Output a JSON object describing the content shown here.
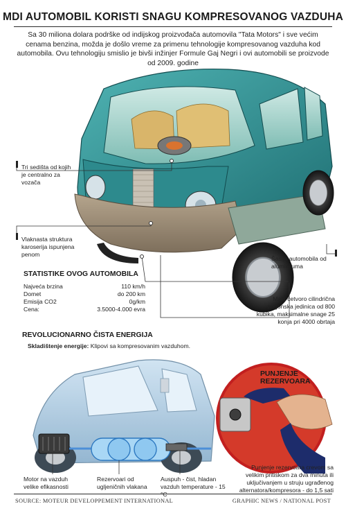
{
  "title": "MDI AUTOMOBIL KORISTI SNAGU KOMPRESOVANOG VAZDUHA",
  "intro": "Sa 30 miliona dolara podrške od indijskog proizvođača automovila \"Tata Motors\" i sve većim cenama benzina, možda je došlo vreme za primenu tehnologije kompresovanog vazduha kod automobila. Ovu tehnologiju smislio je bivši inžinjer Formule Gaj Negri i ovi automobili se proizvode od 2009. godine",
  "callouts": {
    "seats": "Tri sedišta od kojih je centralno za vozača",
    "fibre": "Vlaknasta struktura karoserija ispunjena penom",
    "chassis": "Šasija automobila od aluminijuma",
    "engine": "Mala četvoro cilindrična pogonska jedinica od 800 kubika, maksimalne snage 25 konja pri 4000 obrtaja"
  },
  "stats": {
    "heading": "STATISTIKE OVOG AUTOMOBILA",
    "rows": [
      {
        "label": "Najveća brzina",
        "value": "110 km/h"
      },
      {
        "label": "Domet",
        "value": "do 200 km"
      },
      {
        "label": "Emisija CO2",
        "value": "0g/km"
      },
      {
        "label": "Cena:",
        "value": "3.5000-4.000 evra"
      }
    ]
  },
  "energy": {
    "heading": "REVOLUCIONARNO ČISTA ENERGIJA",
    "storage_label": "Skladištenje energije:",
    "storage_text": " Klipovi sa kompresovanim vazduhom."
  },
  "refuel": {
    "heading": "PUNJENJE REZERVOARA",
    "text": "Punjenje rezervoara crevom sa velikim pritiskom za dva minuta ili uključivanjem u struju ugrađenog alternatora/kompresora - do 1,5 sati"
  },
  "bottom_labels": {
    "motor": "Motor na vazduh velike efikasnosti",
    "tanks": "Rezervoari od ugljeničnih vlakana",
    "exhaust": "Auspuh - čist, hladan vazduh temperature - 15 °C"
  },
  "footer": {
    "source": "SOURCE: MOTEUR DEVELOPPEMENT INTERNATIONAL",
    "credit": "GRAPHIC NEWS / NATIONAL POST"
  }
}
